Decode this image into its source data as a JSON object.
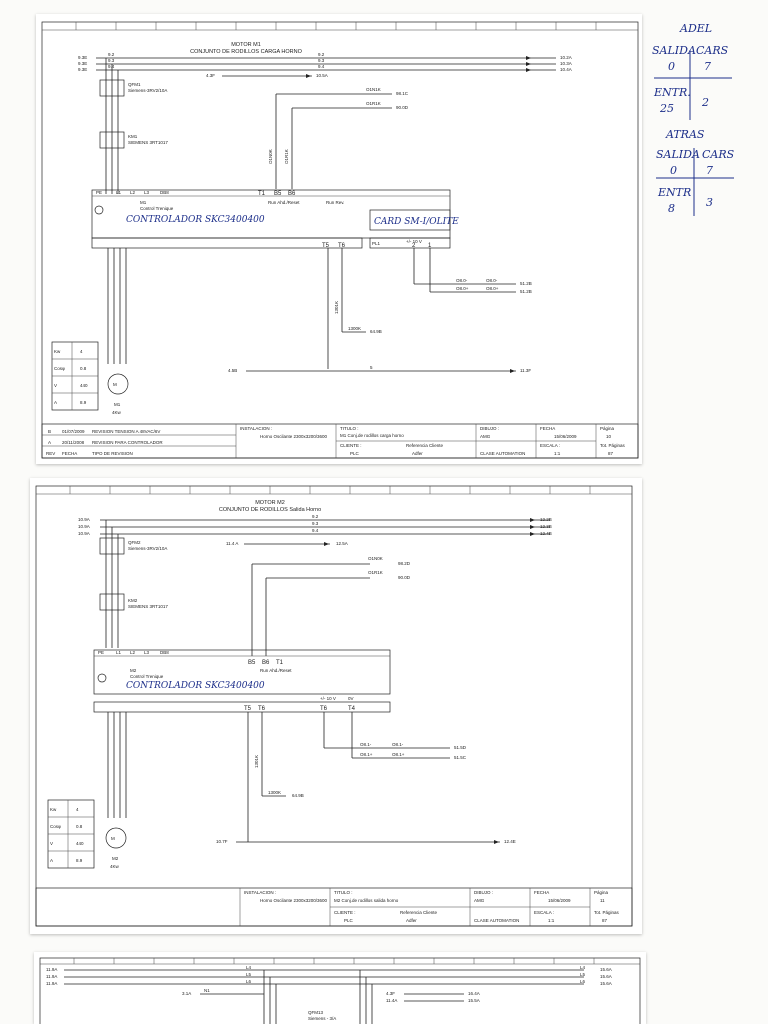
{
  "sheet1": {
    "title_line1": "MOTOR M1",
    "title_line2": "CONJUNTO DE RODILLOS CARGA HORNO",
    "left_refs": [
      "9.3E",
      "9.3E",
      "9.3E"
    ],
    "bus_labels": [
      "9.2",
      "9.3",
      "9.4"
    ],
    "right_bus_refs": [
      "10.2A",
      "10.3A",
      "10.4A"
    ],
    "feed_ref_left": "4.3F",
    "feed_ref_right": "10.5A",
    "breaker": "QFM1",
    "breaker_text": "Siemens-3RV2/10A",
    "contactor": "KM1",
    "contactor_text": "SIEMENS 3RT1017",
    "signals": [
      {
        "label": "O1N1K",
        "ref": "98.1C"
      },
      {
        "label": "O1R1K",
        "ref": "90.0D"
      }
    ],
    "vertical_tags": [
      "O1N0K",
      "O1R1K"
    ],
    "drive_name": "M1",
    "drive_sub": "Control Trenique",
    "drive_hand": "CONTROLADOR SKC3400400",
    "terminals_top": [
      "PE",
      "L1",
      "L2",
      "L3",
      "DB8"
    ],
    "terminals_mid": [
      "T1",
      "B5",
      "B6"
    ],
    "run_labels": [
      "Run Ahd./Reset",
      "Run Rev."
    ],
    "card_hand": "CARD SM-I/OLITE",
    "pl_label": "PL1",
    "pl_terms": [
      "2",
      "1"
    ],
    "pl_top": "+/- 10 V",
    "bottom_terms": [
      "T5",
      "T6"
    ],
    "outputs": [
      {
        "label": "O8.0-",
        "label2": "O8.0-",
        "ref": "51.2B"
      },
      {
        "label": "O8.0+",
        "label2": "O8.0+",
        "ref": "51.2B"
      }
    ],
    "tag_1301k": "1301K",
    "tag_1300k": "1300K",
    "ref_64": "64.9B",
    "hline_left": "4.5B",
    "hline_mid": "5",
    "hline_right": "11.3F",
    "motor_specs": [
      {
        "k": "Kw",
        "v": "4"
      },
      {
        "k": "Cosφ",
        "v": "0.8"
      },
      {
        "k": "V",
        "v": "440"
      },
      {
        "k": "A",
        "v": "8.9"
      }
    ],
    "motor_label": "M1",
    "motor_sub": "4Kw",
    "titleblock": {
      "installation_label": "INSTALACION :",
      "installation": "Horno Oscilante 2300x3200/3600",
      "sheet_label": "TITULO :",
      "sheet_title": "M1 Conj.de rodillos carga horno",
      "client_label": "CLIENTE :",
      "client": "PLC",
      "ref_client_label": "Referencia Cliente",
      "ref_client": "Adfer",
      "drawn_label": "DIBUJO :",
      "drawn": "AMG",
      "class_label": "CLASE AUTOMATION",
      "date_label": "FECHA",
      "date": "15/06/2009",
      "scale_label": "ESCALA :",
      "scale": "1:1",
      "page_label": "Página",
      "page": "10",
      "total_label": "Tot. Páginas",
      "total": "87",
      "rev_rows": [
        {
          "rev": "B",
          "date": "01/07/2009",
          "text": "REVISION TENSION A 48VAC/6V"
        },
        {
          "rev": "A",
          "date": "20/11/2008",
          "text": "REVISION PARA CONTROLADOR"
        }
      ],
      "rev_header": [
        "REV",
        "FECHA",
        "TIPO DE REVISION"
      ]
    }
  },
  "sheet2": {
    "title_line1": "MOTOR M2",
    "title_line2": "CONJUNTO DE RODILLOS Salida Horno",
    "left_refs": [
      "10.9A",
      "10.9A",
      "10.9A"
    ],
    "bus_labels": [
      "9.2",
      "9.3",
      "9.4"
    ],
    "right_bus_refs": [
      "12.2B",
      "12.3B",
      "12.4B"
    ],
    "feed_ref_left": "11.4 A",
    "feed_ref_right": "12.5A",
    "breaker": "QFM2",
    "breaker_text": "Siemens-3RV2/10A",
    "contactor": "KM2",
    "contactor_text": "SIEMENS 3RT1017",
    "signals": [
      {
        "label": "O1N0K",
        "ref": "98.2D"
      },
      {
        "label": "O1R1K",
        "ref": "90.0D"
      }
    ],
    "drive_name": "M2",
    "drive_sub": "Control Trenique",
    "drive_hand": "CONTROLADOR SKC3400400",
    "terminals_top": [
      "PE",
      "L1",
      "L2",
      "L3",
      "DB8"
    ],
    "terminals_mid": [
      "B5",
      "B6",
      "T1"
    ],
    "run_labels": [
      "Run Ahd./Reset"
    ],
    "bottom_terms": [
      "T5",
      "T6"
    ],
    "pl_terms": [
      "T6",
      "T4"
    ],
    "pl_top": "+/- 10 V",
    "pl_top2": "0V",
    "outputs": [
      {
        "label": "O8.1-",
        "label2": "O8.1-",
        "ref": "51.5D"
      },
      {
        "label": "O8.1+",
        "label2": "O8.1+",
        "ref": "51.5C"
      }
    ],
    "tag_1301k": "1301K",
    "tag_1300k": "1300K",
    "ref_64": "64.9B",
    "hline_left": "10.7F",
    "hline_right": "12.4E",
    "motor_specs": [
      {
        "k": "Kw",
        "v": "4"
      },
      {
        "k": "Cosφ",
        "v": "0.8"
      },
      {
        "k": "V",
        "v": "440"
      },
      {
        "k": "A",
        "v": "8.9"
      }
    ],
    "motor_label": "M2",
    "motor_sub": "4Kw",
    "titleblock": {
      "installation_label": "INSTALACION :",
      "installation": "Horno Oscilante 2300x3200/3600",
      "sheet_label": "TITULO :",
      "sheet_title": "M2 Conj.de rodillos salida horno",
      "client_label": "CLIENTE :",
      "client": "PLC",
      "ref_client_label": "Referencia Cliente",
      "ref_client": "Adfer",
      "drawn_label": "DIBUJO :",
      "drawn": "AMG",
      "class_label": "CLASE AUTOMATION",
      "date_label": "FECHA",
      "date": "15/06/2009",
      "scale_label": "ESCALA :",
      "scale": "1:1",
      "page_label": "Página",
      "page": "11",
      "total_label": "Tot. Páginas",
      "total": "87"
    }
  },
  "sheet3": {
    "left_refs": [
      "11.9A",
      "11.9A",
      "11.9A"
    ],
    "bus_labels": [
      "L4",
      "L5",
      "L6"
    ],
    "right_bus_refs": [
      "15.6A",
      "15.6A",
      "15.6A"
    ],
    "feed_ref_left": "3.1A",
    "feed_mid": "N1",
    "feed_refs_right": [
      "4.3F",
      "11.4A"
    ],
    "feed_refs_far": [
      "16.4A",
      "15.5A"
    ],
    "breaker": "QFM13",
    "breaker_text": "Siemens - 3/A"
  },
  "notes": {
    "top_lines": [
      "ADEL",
      "SALIDA",
      "CARS",
      "0",
      "7",
      "ENTR.",
      "25",
      "2"
    ],
    "bottom_lines": [
      "ATRAS",
      "SALIDA",
      "CARS",
      "0",
      "7",
      "ENTR",
      "8",
      "3"
    ]
  }
}
